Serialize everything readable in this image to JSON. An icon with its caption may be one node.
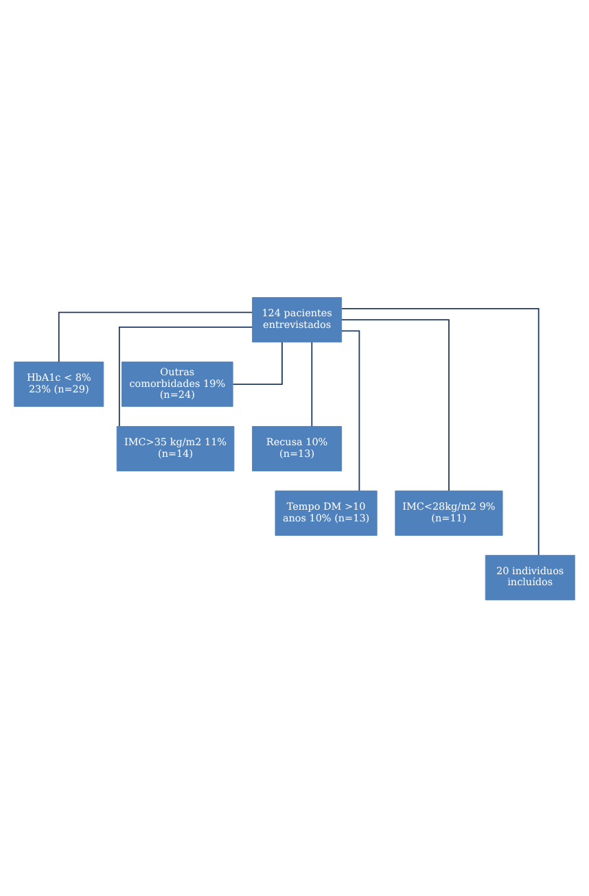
{
  "diagram": {
    "nodes": [
      {
        "text": [
          "124 pacientes entrevistados"
        ]
      },
      {
        "text": [
          "HbA1c < 8%",
          "23% (n=29)"
        ]
      },
      {
        "text": [
          "Outras comorbidades 19% (n=24)"
        ]
      },
      {
        "text": [
          "IMC>35 kg/m2 11% (n=14)"
        ]
      },
      {
        "text": [
          "Recusa 10% (n=13)"
        ]
      },
      {
        "text": [
          "Tempo DM >10 anos 10% (n=13)"
        ]
      },
      {
        "text": [
          "IMC<28kg/m2 9% (n=11)"
        ]
      },
      {
        "text": [
          "20 individuos incluídos"
        ]
      }
    ],
    "edges": [
      {
        "from": 0,
        "to": 1,
        "arrow": "none"
      },
      {
        "from": 0,
        "to": 2,
        "arrow": "none"
      },
      {
        "from": 0,
        "to": 3,
        "arrow": "none"
      },
      {
        "from": 0,
        "to": 4,
        "arrow": "none"
      },
      {
        "from": 0,
        "to": 5,
        "arrow": "none"
      },
      {
        "from": 0,
        "to": 6,
        "arrow": "none"
      },
      {
        "from": 0,
        "to": 7,
        "arrow": "none"
      }
    ]
  }
}
